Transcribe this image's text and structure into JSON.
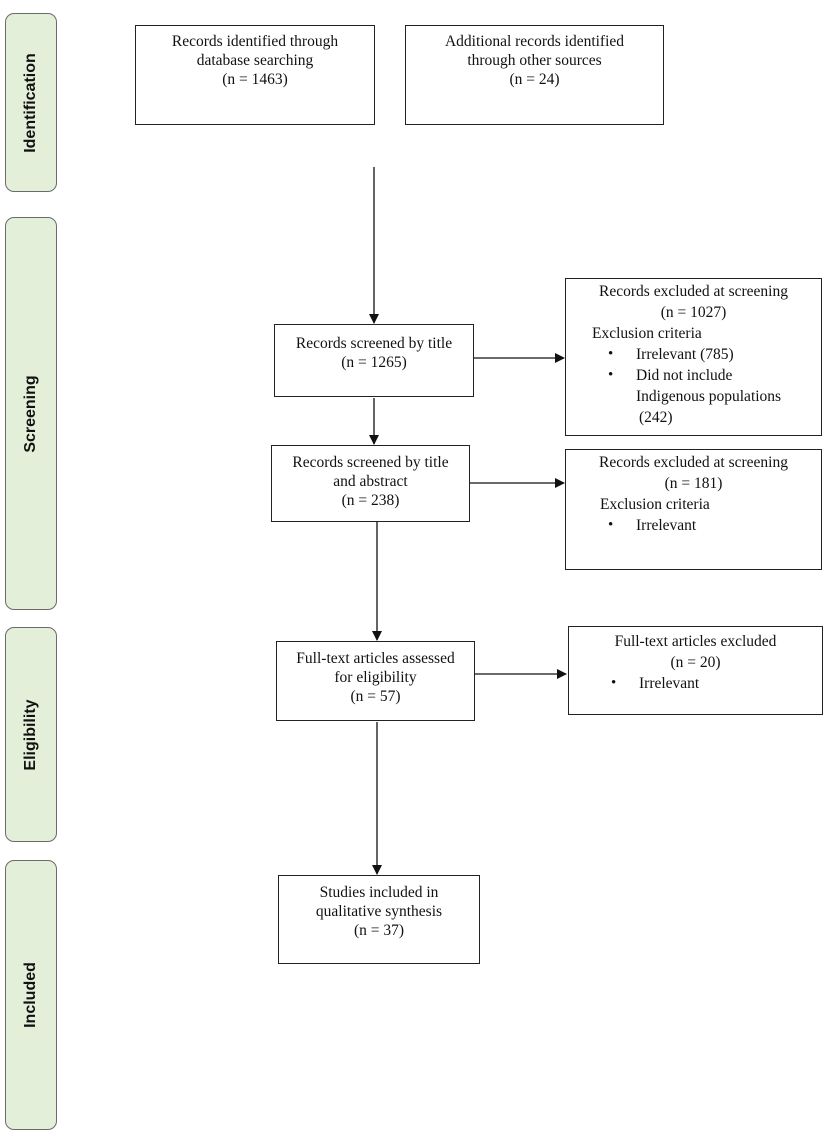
{
  "phases": {
    "identification": "Identification",
    "screening": "Screening",
    "eligibility": "Eligibility",
    "included": "Included"
  },
  "boxes": {
    "database": [
      "Records identified through",
      "database searching",
      "(n = 1463)"
    ],
    "other_sources": [
      "Additional records identified",
      "through other sources",
      "(n = 24)"
    ],
    "screened_title": [
      "Records screened by title",
      "(n = 1265)"
    ],
    "screened_abstract": [
      "Records screened by title",
      "and abstract",
      "(n = 238)"
    ],
    "fulltext": [
      "Full-text articles assessed",
      "for eligibility",
      "(n = 57)"
    ],
    "included": [
      "Studies included in",
      "qualitative synthesis",
      "(n = 37)"
    ]
  },
  "exclusions": {
    "title_screening": {
      "title": [
        "Records excluded at screening",
        "(n = 1027)"
      ],
      "criteria_label": "Exclusion criteria",
      "items": [
        "Irrelevant (785)",
        "Did not include",
        "Indigenous populations",
        "(242)"
      ]
    },
    "abstract_screening": {
      "title": [
        "Records excluded at screening",
        "(n = 181)"
      ],
      "criteria_label": "Exclusion criteria",
      "items": [
        "Irrelevant"
      ]
    },
    "fulltext": {
      "title": [
        "Full-text articles excluded",
        "(n = 20)"
      ],
      "items": [
        "Irrelevant"
      ]
    }
  }
}
